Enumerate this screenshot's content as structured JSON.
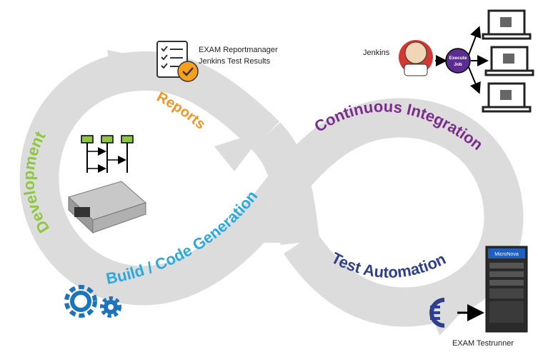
{
  "labels": {
    "development": "Development",
    "reports": "Reports",
    "continuous_integration": "Continuous Integration",
    "build_code_generation": "Build / Code Generation",
    "test_automation": "Test Automation"
  },
  "annotations": {
    "report_tools_line1": "EXAM Reportmanager",
    "report_tools_line2": "Jenkins Test Results",
    "jenkins": "Jenkins",
    "execute_job_line1": "Execute",
    "execute_job_line2": "Job",
    "testrunner": "EXAM Testrunner",
    "rack_brand": "MicroNova"
  },
  "colors": {
    "loop": "#dcdcdc",
    "development": "#8dc63f",
    "reports": "#f7941d",
    "continuous_integration": "#7b2d8e",
    "build_code_generation": "#2aa9e0",
    "test_automation": "#2e3f8f",
    "gears": "#1c75bc",
    "execute_job": "#5c2d91"
  }
}
